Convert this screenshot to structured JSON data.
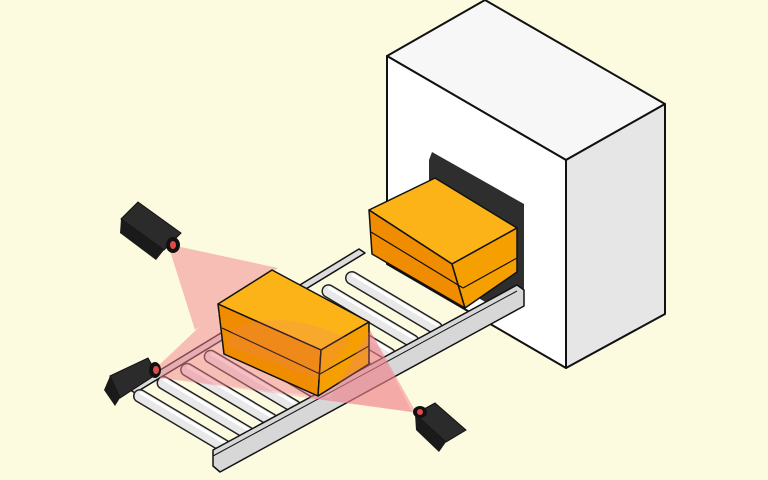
{
  "scene": {
    "title": "",
    "background_color": "#fdfbdf",
    "components": [
      {
        "name": "inspection-tunnel",
        "role": "enclosure",
        "color": "#ffffff"
      },
      {
        "name": "roller-conveyor",
        "role": "conveyor",
        "roller_count": 10,
        "color": "#e8e8e8"
      },
      {
        "name": "box-inside-tunnel",
        "role": "package",
        "color": "#f9a400"
      },
      {
        "name": "box-under-scan",
        "role": "package",
        "color": "#f9a400"
      },
      {
        "name": "camera-top-left",
        "role": "camera-icon",
        "color": "#262626"
      },
      {
        "name": "camera-bottom-left",
        "role": "camera-icon",
        "color": "#262626"
      },
      {
        "name": "camera-bottom-right",
        "role": "camera-icon",
        "color": "#262626"
      }
    ],
    "scan_beam_color": "#f0828a"
  }
}
